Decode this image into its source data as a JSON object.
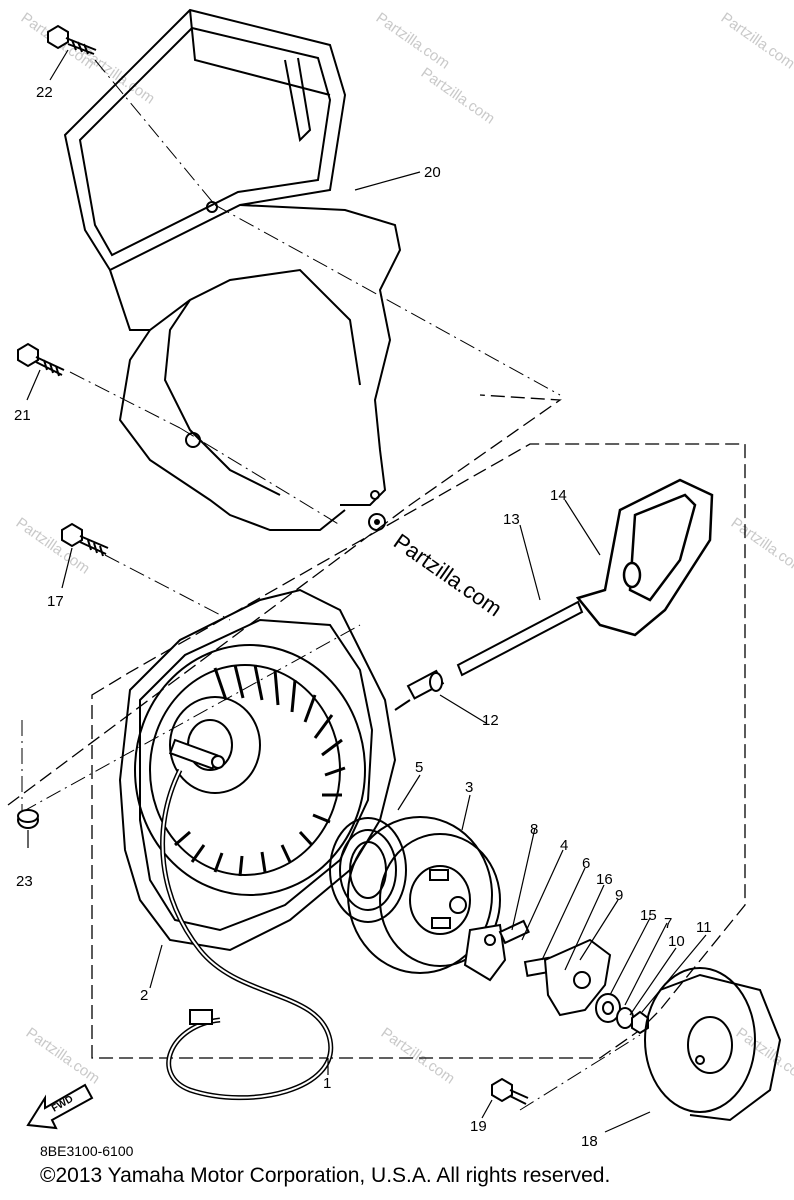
{
  "diagram": {
    "callouts": [
      "1",
      "2",
      "3",
      "4",
      "5",
      "6",
      "7",
      "8",
      "9",
      "10",
      "11",
      "12",
      "13",
      "14",
      "15",
      "16",
      "17",
      "18",
      "19",
      "20",
      "21",
      "22",
      "23"
    ],
    "fwd_label": "FWD",
    "watermark_main": "Partzilla.com",
    "watermark_repeat": "Partzilla.com"
  },
  "footer": {
    "drawing_code": "8BE3100-6100",
    "copyright": "©2013 Yamaha Motor Corporation, U.S.A. All rights reserved."
  }
}
